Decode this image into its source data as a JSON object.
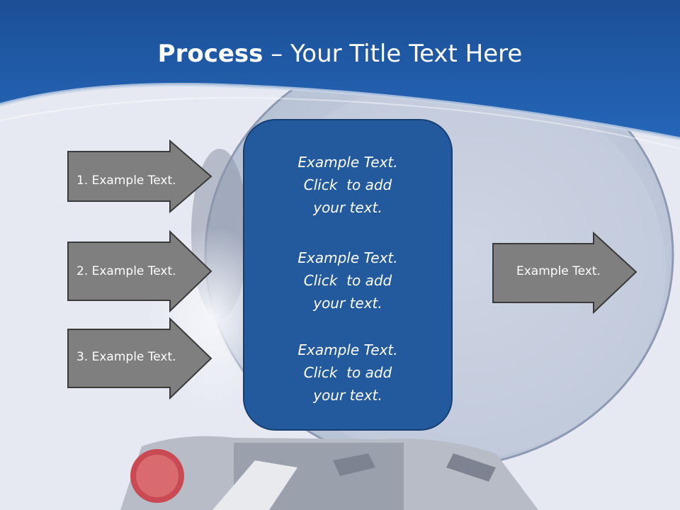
{
  "title": {
    "bold": "Process",
    "dash": " – ",
    "rest": "Your Title Text Here"
  },
  "left_arrows": [
    {
      "label": "1. Example Text."
    },
    {
      "label": "2. Example Text."
    },
    {
      "label": "3. Example Text."
    }
  ],
  "center_box": {
    "paragraphs": [
      {
        "line1": "Example Text.",
        "line2": "Click  to add",
        "line3": "your text."
      },
      {
        "line1": "Example Text.",
        "line2": "Click  to add",
        "line3": "your text."
      },
      {
        "line1": "Example Text.",
        "line2": "Click  to add",
        "line3": "your text."
      }
    ]
  },
  "right_arrow": {
    "label": "Example Text."
  },
  "colors": {
    "header_blue": "#1e5aa8",
    "box_blue": "#235a9e",
    "arrow_gray": "#7f7f7f"
  }
}
